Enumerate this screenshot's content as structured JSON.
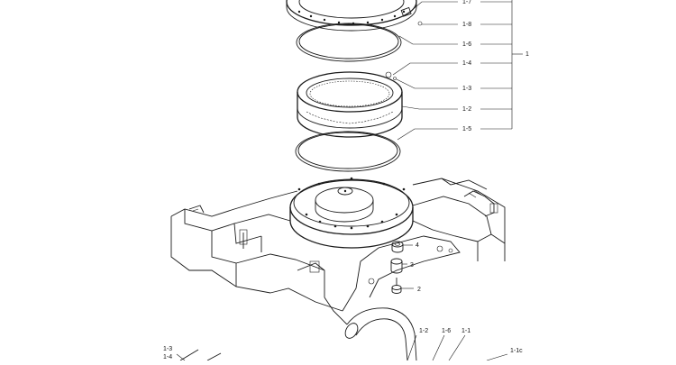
{
  "diagram": {
    "callouts": {
      "c1_7": "1-7",
      "c1_8": "1-8",
      "c1_6": "1-6",
      "c1": "1",
      "c1_4": "1-4",
      "c1_3": "1-3",
      "c1_2": "1-2",
      "c1_5": "1-5",
      "c4": "4",
      "c3": "3",
      "c2": "2",
      "c1_2b": "1-2",
      "c1_6b": "1-6",
      "c1_1": "1-1",
      "c1_1c": "1-1c",
      "c1_3b": "1-3",
      "c1_4b": "1-4"
    }
  }
}
